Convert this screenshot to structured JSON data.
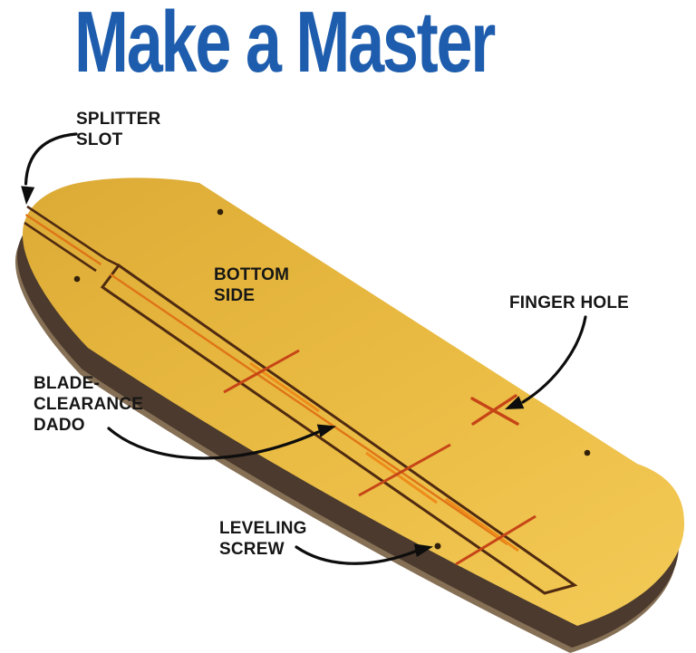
{
  "title": {
    "text": "Make a Master"
  },
  "labels": {
    "splitter": {
      "line1": "SPLITTER",
      "line2": "SLOT"
    },
    "bottom_side": {
      "line1": "BOTTOM",
      "line2": "SIDE"
    },
    "finger_hole": {
      "line1": "FINGER HOLE"
    },
    "blade_clearance": {
      "line1": "BLADE-",
      "line2": "CLEARANCE",
      "line3": "DADO"
    },
    "leveling_screw": {
      "line1": "LEVELING",
      "line2": "SCREW"
    }
  },
  "colors": {
    "title_blue": "#1e5dad",
    "text_black": "#161616",
    "arrow_black": "#0d0d0d",
    "board_yellow_dark": "#dcab36",
    "board_yellow": "#e9ba41",
    "board_yellow_light": "#f2c854",
    "edge_dark": "#4b3a2d",
    "edge_light": "#856f55",
    "line_dark": "#4f2a10",
    "line_orange": "#df7417",
    "mark_orange": "#ee8c1b",
    "mark_red": "#c64517",
    "hole_dark": "#32200b"
  }
}
